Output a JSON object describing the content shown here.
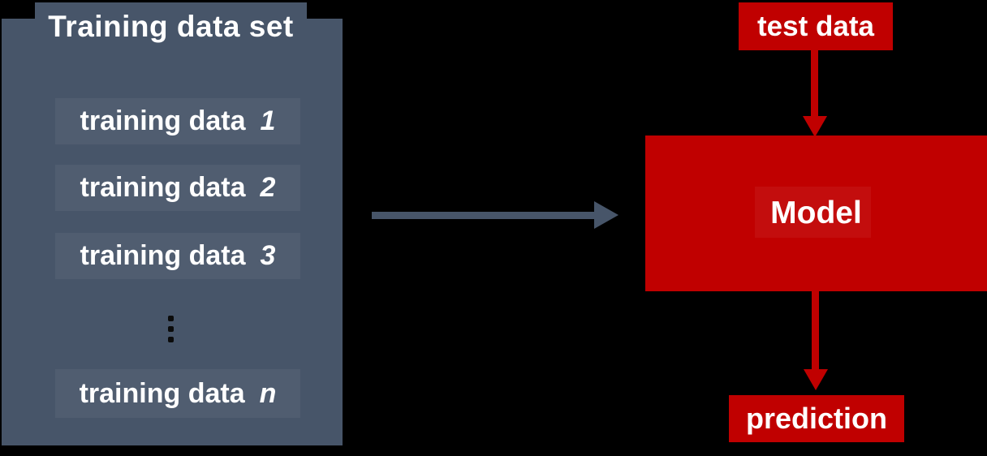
{
  "colors": {
    "background": "#000000",
    "panel_slate": "#475569",
    "accent_red": "#c00000",
    "text": "#ffffff"
  },
  "training_panel": {
    "title": "Training data set",
    "rows": [
      {
        "text": "training data",
        "suffix": "1"
      },
      {
        "text": "training data",
        "suffix": "2"
      },
      {
        "text": "training data",
        "suffix": "3"
      },
      {
        "text": "training data",
        "suffix": "n"
      }
    ]
  },
  "flow": {
    "test_data_label": "test data",
    "model_label": "Model",
    "prediction_label": "prediction"
  }
}
